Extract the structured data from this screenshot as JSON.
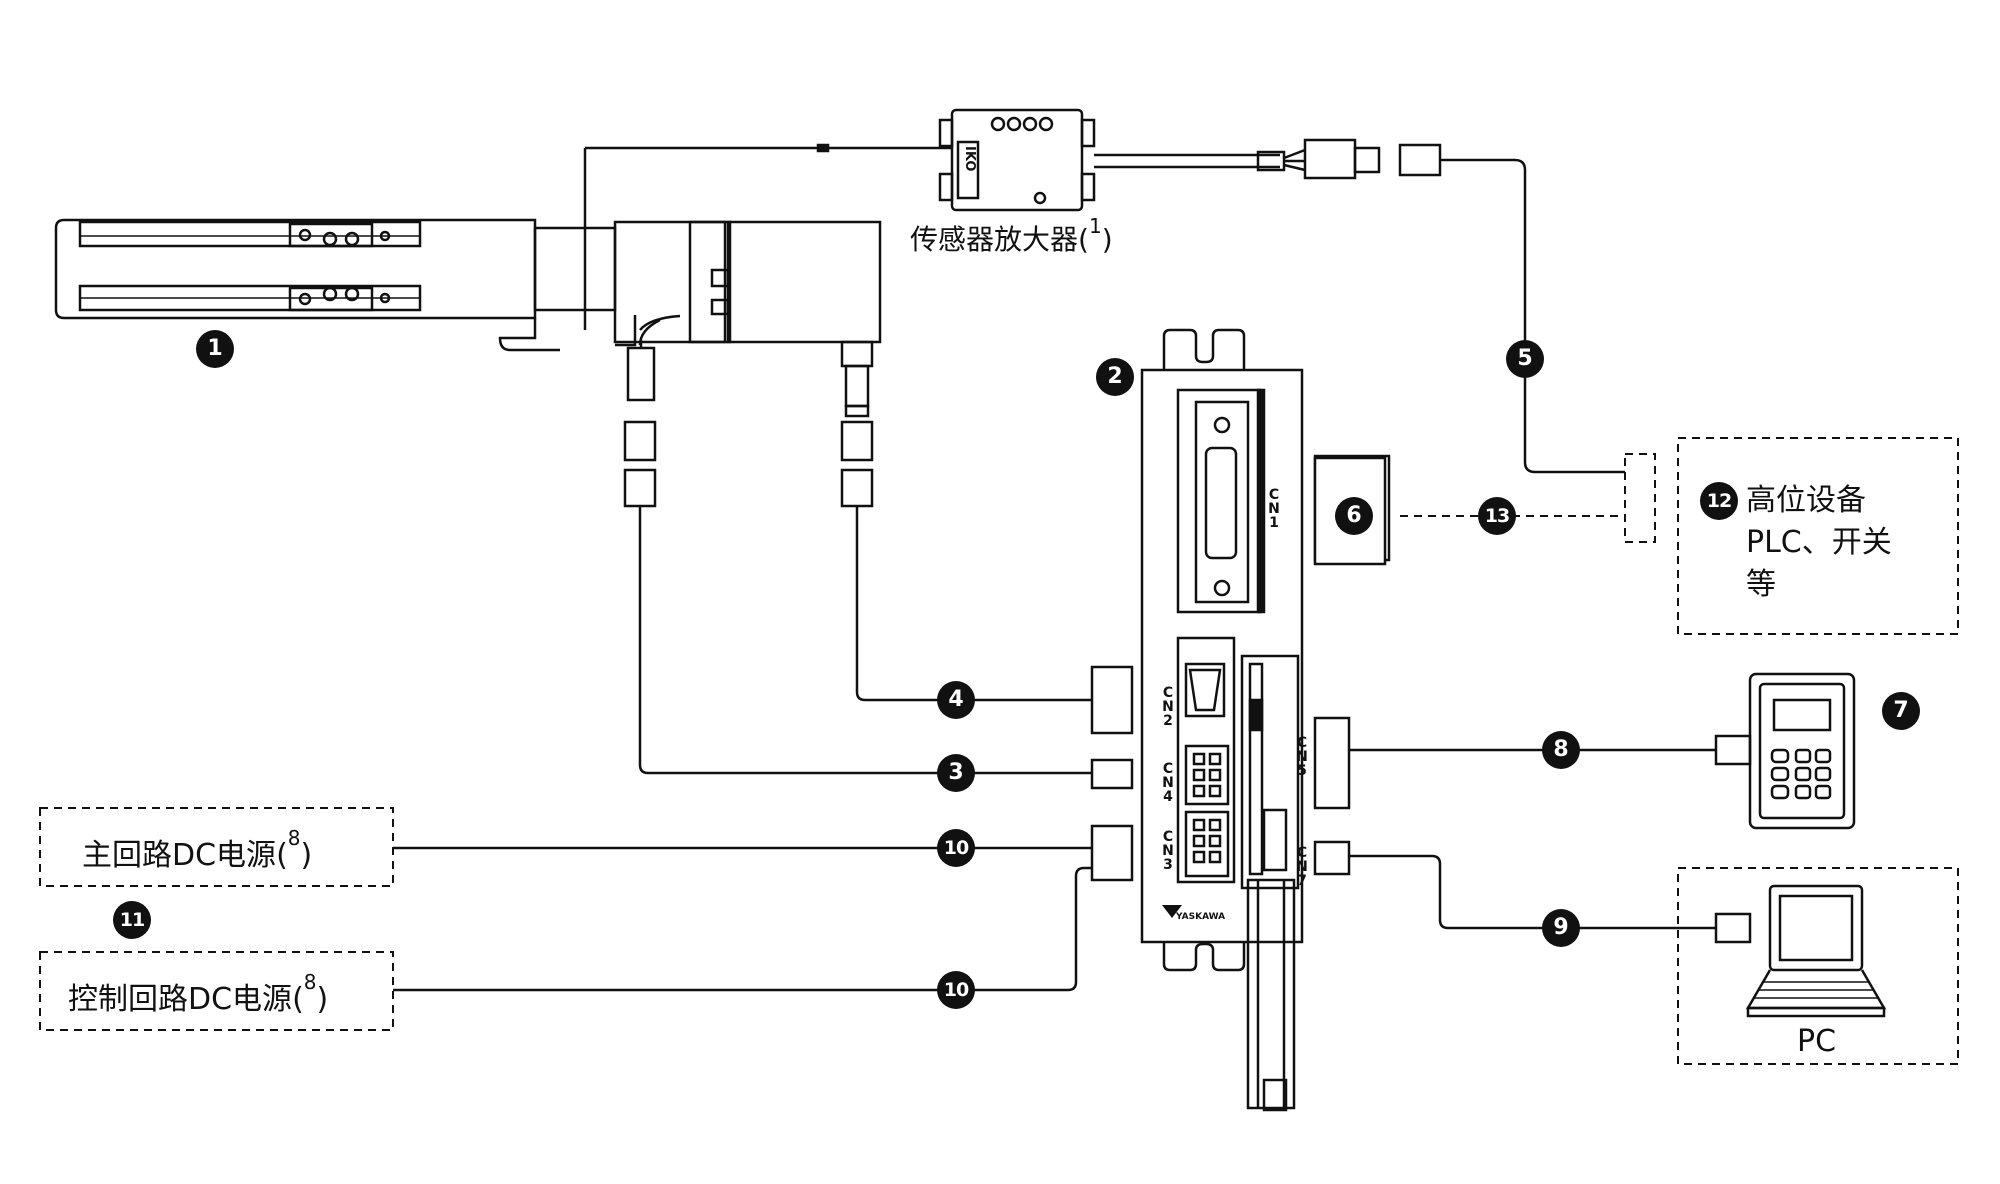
{
  "labels": {
    "sensor_amp": "传感器放大器",
    "sensor_amp_note": "1",
    "main_dc": "主回路DC电源",
    "main_dc_note": "8",
    "ctrl_dc": "控制回路DC电源",
    "ctrl_dc_note": "8",
    "host_line1": "高位设备",
    "host_line2": "PLC、开关",
    "host_line3": "等",
    "pc": "PC",
    "iko_logo": "IKO",
    "yaskawa_logo": "YASKAWA"
  },
  "connectors": {
    "cn1": "CN1",
    "cn2": "CN2",
    "cn3": "CN3",
    "cn4": "CN4",
    "cn5": "CN5",
    "cn7": "CN7"
  },
  "callouts": {
    "n1": "1",
    "n2": "2",
    "n3": "3",
    "n4": "4",
    "n5": "5",
    "n6": "6",
    "n7": "7",
    "n8": "8",
    "n9": "9",
    "n10a": "10",
    "n10b": "10",
    "n11": "11",
    "n12": "12",
    "n13": "13"
  }
}
